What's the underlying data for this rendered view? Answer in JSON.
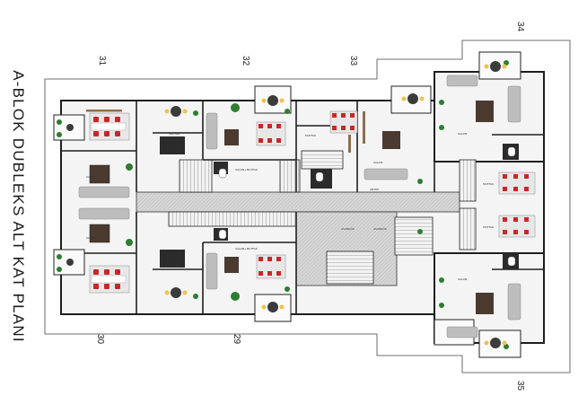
{
  "plan": {
    "title": "A-BLOK DUBLEKS ALT KAT PLANI",
    "unit_numbers": {
      "u29": "29",
      "u30": "30",
      "u31": "31",
      "u32": "32",
      "u33": "33",
      "u34": "34",
      "u35": "35"
    }
  }
}
